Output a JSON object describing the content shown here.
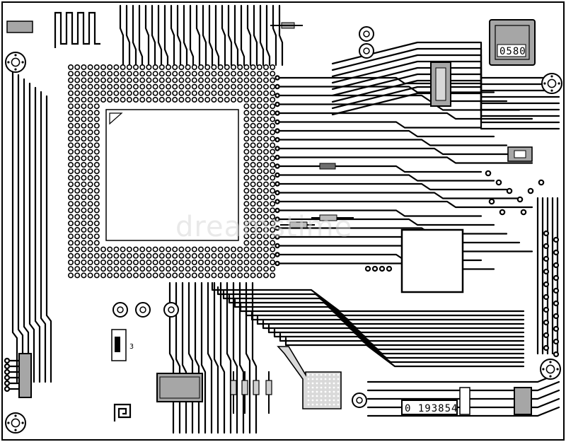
{
  "board": {
    "colors": {
      "background": "#ffffff",
      "trace": "#000000",
      "component": "#a6a6a6",
      "component_dark": "#6e6e6e"
    },
    "chip_top_right_label": "0580",
    "counter_label": "0 193854",
    "small_digit_label": "3",
    "watermark": "dreamstime"
  }
}
